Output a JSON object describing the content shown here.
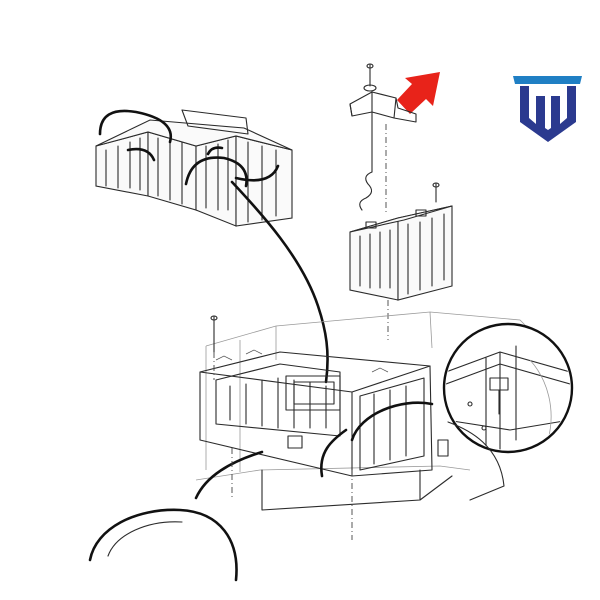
{
  "logo": {
    "name": "brand-logo",
    "colors": {
      "top": "#1f7fc4",
      "bottom": "#2b3a8f"
    }
  },
  "arrow": {
    "color": "#e8231a"
  },
  "diagram": {
    "line_color": "#2b2b2b",
    "cable_color": "#111111",
    "callouts": [
      "battery-group-detail",
      "hold-down-hardware-detail",
      "mounting-bolt-detail"
    ]
  }
}
